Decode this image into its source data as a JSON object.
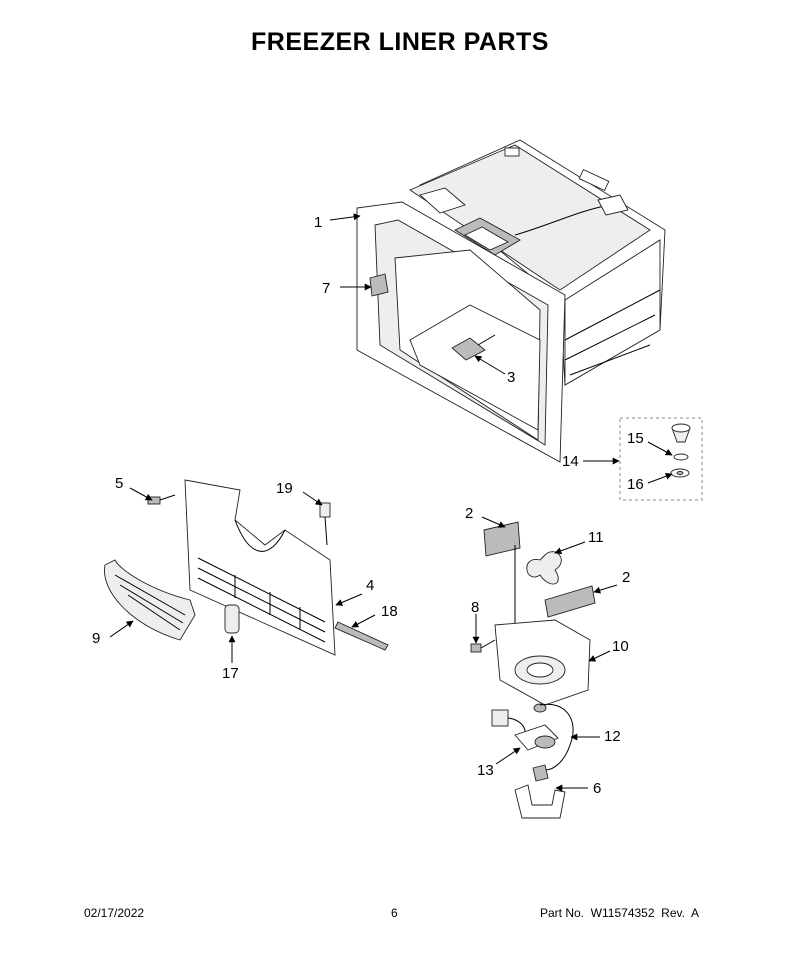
{
  "title": "FREEZER LINER PARTS",
  "callouts": {
    "c1": "1",
    "c2a": "2",
    "c2b": "2",
    "c3": "3",
    "c4": "4",
    "c5": "5",
    "c6": "6",
    "c7": "7",
    "c8": "8",
    "c9": "9",
    "c10": "10",
    "c11": "11",
    "c12": "12",
    "c13": "13",
    "c14": "14",
    "c15": "15",
    "c16": "16",
    "c17": "17",
    "c18": "18",
    "c19": "19"
  },
  "footer": {
    "date": "02/17/2022",
    "page": "6",
    "part_no": "Part No.  W11574352  Rev.  A"
  }
}
